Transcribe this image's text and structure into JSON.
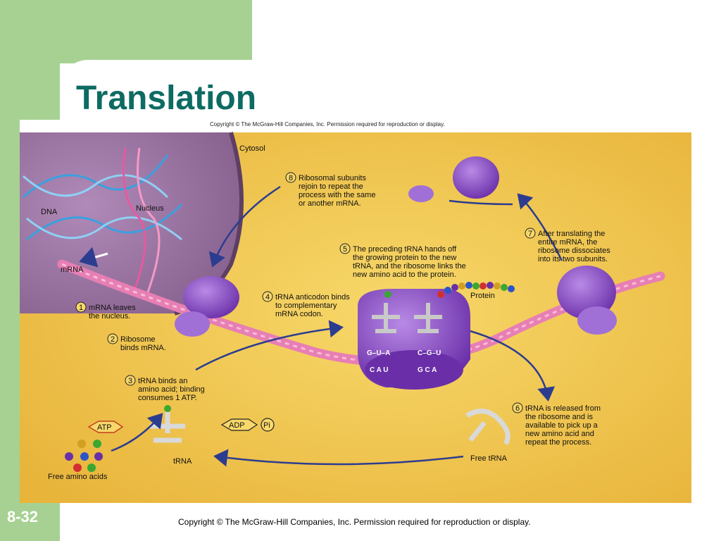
{
  "slide": {
    "title": "Translation",
    "number": "8-32",
    "footer": "Copyright © The McGraw-Hill Companies, Inc. Permission required for reproduction or display."
  },
  "figure": {
    "copyright": "Copyright © The McGraw-Hill Companies, Inc. Permission required for reproduction or display.",
    "labels": {
      "cytosol": "Cytosol",
      "dna": "DNA",
      "nucleus": "Nucleus",
      "mrna": "mRNA",
      "protein": "Protein",
      "free_trna": "Free tRNA",
      "trna": "tRNA",
      "free_amino_acids": "Free amino acids",
      "atp": "ATP",
      "adp": "ADP",
      "plus": "+",
      "pi": "Pi"
    },
    "steps": [
      {
        "num": "1",
        "lines": [
          "mRNA leaves",
          "the nucleus."
        ]
      },
      {
        "num": "2",
        "lines": [
          "Ribosome",
          "binds mRNA."
        ]
      },
      {
        "num": "3",
        "lines": [
          "tRNA binds an",
          "amino acid; binding",
          "consumes 1 ATP."
        ]
      },
      {
        "num": "4",
        "lines": [
          "tRNA anticodon binds",
          "to complementary",
          "mRNA codon."
        ]
      },
      {
        "num": "5",
        "lines": [
          "The preceding tRNA hands off",
          "the growing protein to the new",
          "tRNA, and the ribosome links the",
          "new amino acid to the protein."
        ]
      },
      {
        "num": "6",
        "lines": [
          "tRNA is released from",
          "the ribosome and is",
          "available to pick up a",
          "new amino acid and",
          "repeat the process."
        ]
      },
      {
        "num": "7",
        "lines": [
          "After translating the",
          "entire mRNA, the",
          "ribosome dissociates",
          "into its two subunits."
        ]
      },
      {
        "num": "8",
        "lines": [
          "Ribosomal subunits",
          "rejoin to repeat the",
          "process with the same",
          "or another mRNA."
        ]
      }
    ],
    "codons": {
      "anticodon_1": "G–U–A",
      "anticodon_2": "C–G–U",
      "codon_1": "C  A  U",
      "codon_2": "G  C  A"
    },
    "colors": {
      "background": "#f2c64a",
      "nucleus": "#9b6f9f",
      "ribosome": "#8a4fc0",
      "mrna": "#e77fb4",
      "arrow": "#2c3d8f",
      "title": "#0e6b63",
      "slide_green": "#a7d192"
    }
  }
}
